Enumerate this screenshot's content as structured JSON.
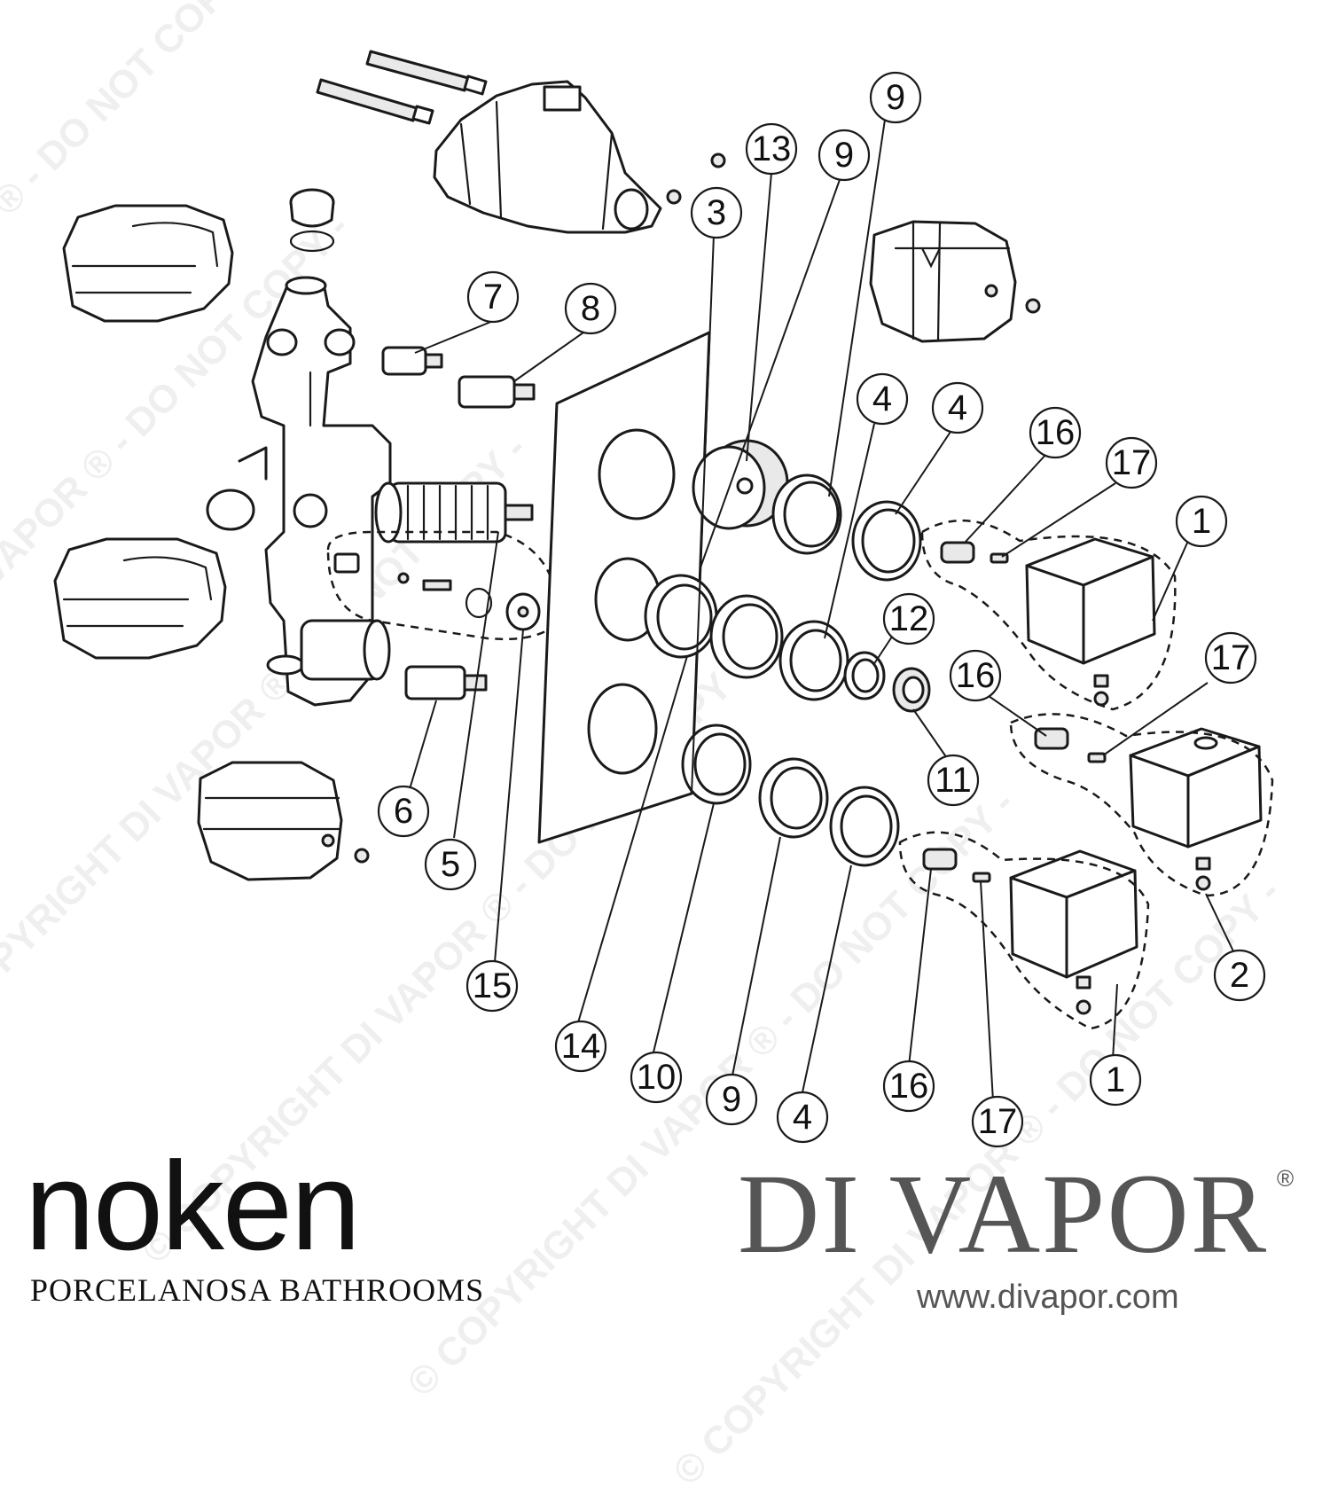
{
  "brand": {
    "manufacturer": "noken",
    "manufacturer_tagline": "PORCELANOSA BATHROOMS",
    "supplier": "DI VAPOR",
    "supplier_reg_mark": "®",
    "supplier_url": "www.divapor.com"
  },
  "watermark_text": "© COPYRIGHT DI VAPOR ® - DO NOT COPY - ",
  "callouts": [
    {
      "id": "c-13",
      "label": "13"
    },
    {
      "id": "c-9a",
      "label": "9"
    },
    {
      "id": "c-9b",
      "label": "9"
    },
    {
      "id": "c-3",
      "label": "3"
    },
    {
      "id": "c-7",
      "label": "7"
    },
    {
      "id": "c-8",
      "label": "8"
    },
    {
      "id": "c-4a",
      "label": "4"
    },
    {
      "id": "c-4b",
      "label": "4"
    },
    {
      "id": "c-16a",
      "label": "16"
    },
    {
      "id": "c-17a",
      "label": "17"
    },
    {
      "id": "c-1a",
      "label": "1"
    },
    {
      "id": "c-12",
      "label": "12"
    },
    {
      "id": "c-16b",
      "label": "16"
    },
    {
      "id": "c-17b",
      "label": "17"
    },
    {
      "id": "c-11",
      "label": "11"
    },
    {
      "id": "c-6",
      "label": "6"
    },
    {
      "id": "c-5",
      "label": "5"
    },
    {
      "id": "c-15",
      "label": "15"
    },
    {
      "id": "c-2",
      "label": "2"
    },
    {
      "id": "c-14",
      "label": "14"
    },
    {
      "id": "c-10",
      "label": "10"
    },
    {
      "id": "c-9c",
      "label": "9"
    },
    {
      "id": "c-4c",
      "label": "4"
    },
    {
      "id": "c-16c",
      "label": "16"
    },
    {
      "id": "c-17c",
      "label": "17"
    },
    {
      "id": "c-1b",
      "label": "1"
    }
  ]
}
